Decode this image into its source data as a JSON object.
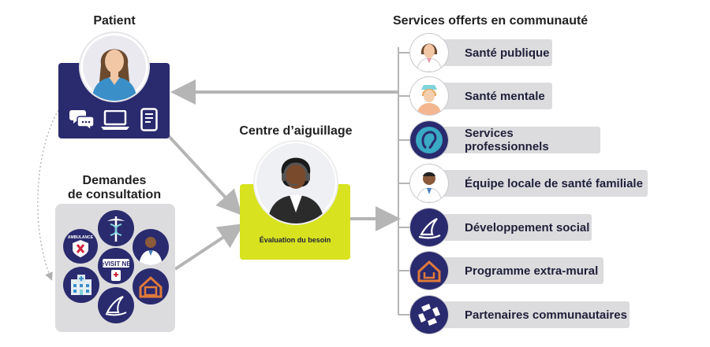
{
  "patient": {
    "title": "Patient"
  },
  "requests": {
    "title_line1": "Demandes",
    "title_line2": "de consultation",
    "evisit_label": "eVISIT NB",
    "ambulance_label": "AMBULANCE"
  },
  "center": {
    "title": "Centre d’aiguillage",
    "box_label": "Évaluation du besoin"
  },
  "services": {
    "title": "Services offerts en communauté",
    "items": [
      {
        "label": "Santé publique",
        "icon": "doctor-female-icon"
      },
      {
        "label": "Santé mentale",
        "icon": "nurse-icon"
      },
      {
        "label": "Services professionnels",
        "icon": "ear-icon"
      },
      {
        "label": "Équipe locale de santé familiale",
        "icon": "doctor-male-icon"
      },
      {
        "label": "Développement social",
        "icon": "boat-logo-icon"
      },
      {
        "label": "Programme extra-mural",
        "icon": "house-logo-icon"
      },
      {
        "label": "Partenaires communautaires",
        "icon": "hands-icon"
      }
    ]
  },
  "colors": {
    "navy": "#2a2a6e",
    "lime": "#d8e21f",
    "arrow": "#b5b5b5",
    "pill": "#dcdcde"
  }
}
